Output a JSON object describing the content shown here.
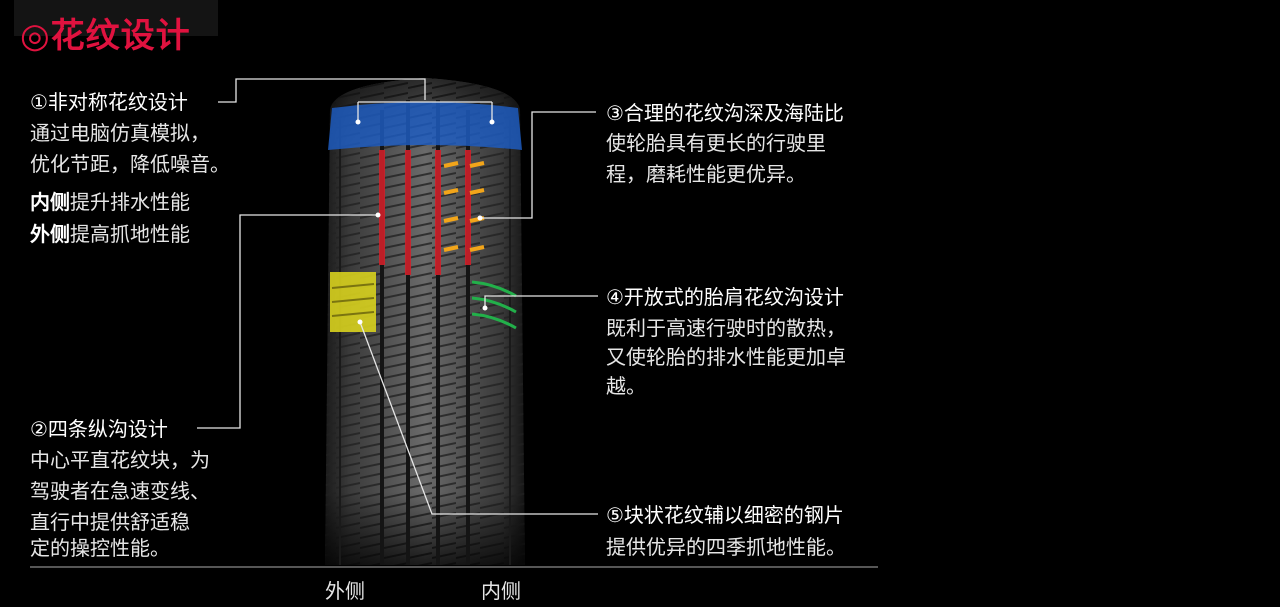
{
  "title": "◎花纹设计",
  "features": [
    {
      "heading": "①非对称花纹设计",
      "lines": [
        "通过电脑仿真模拟，",
        "优化节距，降低噪音。"
      ],
      "extra": [
        {
          "bold": "内侧",
          "rest": "提升排水性能"
        },
        {
          "bold": "外侧",
          "rest": "提高抓地性能"
        }
      ]
    },
    {
      "heading": "②四条纵沟设计",
      "lines": [
        "中心平直花纹块，为",
        "驾驶者在急速变线、",
        "直行中提供舒适稳",
        "定的操控性能。"
      ]
    },
    {
      "heading": "③合理的花纹沟深及海陆比",
      "lines": [
        "使轮胎具有更长的行驶里",
        "程，磨耗性能更优异。"
      ]
    },
    {
      "heading": "④开放式的胎肩花纹沟设计",
      "lines": [
        "既利于高速行驶时的散热，",
        "又使轮胎的排水性能更加卓",
        "越。"
      ]
    },
    {
      "heading": "⑤块状花纹辅以细密的钢片",
      "lines": [
        "提供优异的四季抓地性能。"
      ]
    }
  ],
  "labels": {
    "outer": "外侧",
    "inner": "内侧"
  },
  "colors": {
    "title": "#e0123f",
    "blue": "#1e5fc8",
    "red": "#d0202a",
    "orange": "#f2a51a",
    "yellow": "#d8d11e",
    "green": "#22b04a"
  }
}
